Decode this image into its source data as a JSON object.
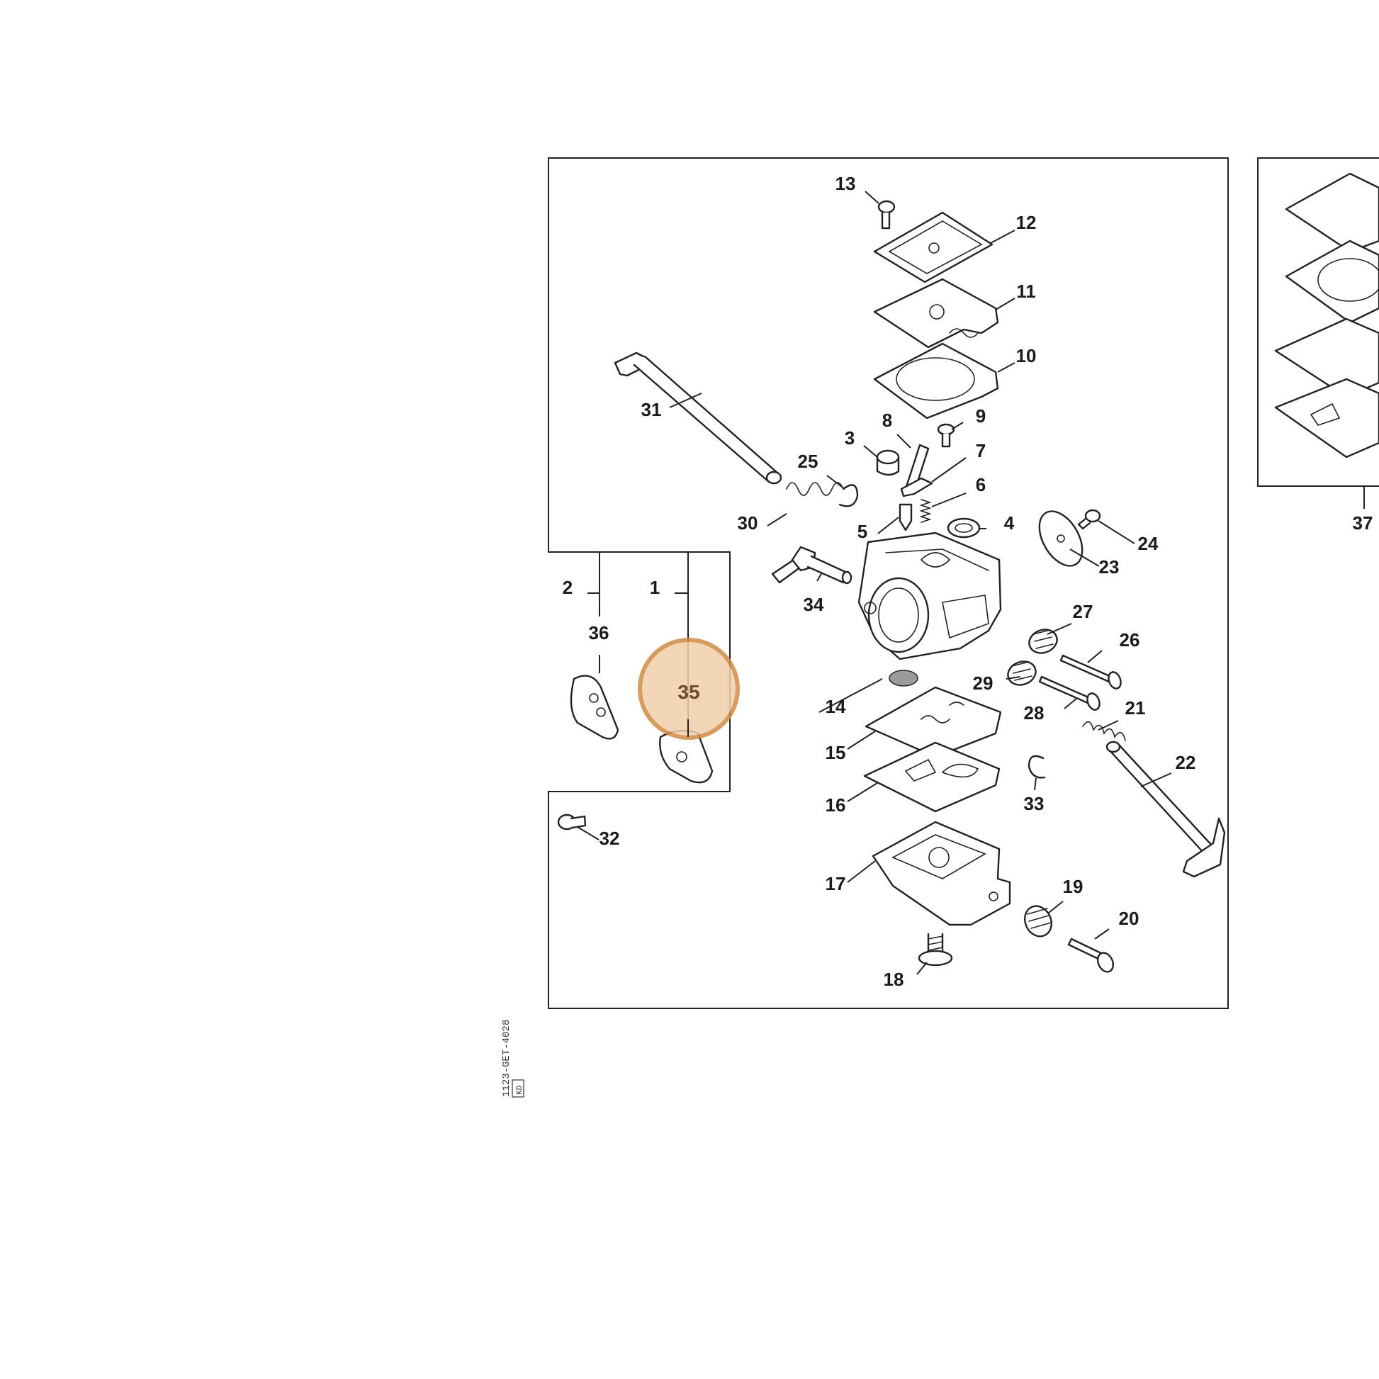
{
  "diagram": {
    "highlight": {
      "label": "35",
      "ring_color": "#cf8a43",
      "fill_color": "#f1cfa9"
    },
    "drawing_id": "1123-GET-4028",
    "drawing_id_box": "KD",
    "callouts": [
      {
        "id": "c1",
        "label": "1"
      },
      {
        "id": "c2",
        "label": "2"
      },
      {
        "id": "c3",
        "label": "3"
      },
      {
        "id": "c4",
        "label": "4"
      },
      {
        "id": "c5",
        "label": "5"
      },
      {
        "id": "c6",
        "label": "6"
      },
      {
        "id": "c7",
        "label": "7"
      },
      {
        "id": "c8",
        "label": "8"
      },
      {
        "id": "c9",
        "label": "9"
      },
      {
        "id": "c10",
        "label": "10"
      },
      {
        "id": "c11",
        "label": "11"
      },
      {
        "id": "c12",
        "label": "12"
      },
      {
        "id": "c13",
        "label": "13"
      },
      {
        "id": "c14",
        "label": "14"
      },
      {
        "id": "c15",
        "label": "15"
      },
      {
        "id": "c16",
        "label": "16"
      },
      {
        "id": "c17",
        "label": "17"
      },
      {
        "id": "c18",
        "label": "18"
      },
      {
        "id": "c19",
        "label": "19"
      },
      {
        "id": "c20",
        "label": "20"
      },
      {
        "id": "c21",
        "label": "21"
      },
      {
        "id": "c22",
        "label": "22"
      },
      {
        "id": "c23",
        "label": "23"
      },
      {
        "id": "c24",
        "label": "24"
      },
      {
        "id": "c25",
        "label": "25"
      },
      {
        "id": "c26",
        "label": "26"
      },
      {
        "id": "c27",
        "label": "27"
      },
      {
        "id": "c28",
        "label": "28"
      },
      {
        "id": "c29",
        "label": "29"
      },
      {
        "id": "c30",
        "label": "30"
      },
      {
        "id": "c31",
        "label": "31"
      },
      {
        "id": "c32",
        "label": "32"
      },
      {
        "id": "c33",
        "label": "33"
      },
      {
        "id": "c34",
        "label": "34"
      },
      {
        "id": "c36",
        "label": "36"
      },
      {
        "id": "c37",
        "label": "37"
      }
    ]
  }
}
